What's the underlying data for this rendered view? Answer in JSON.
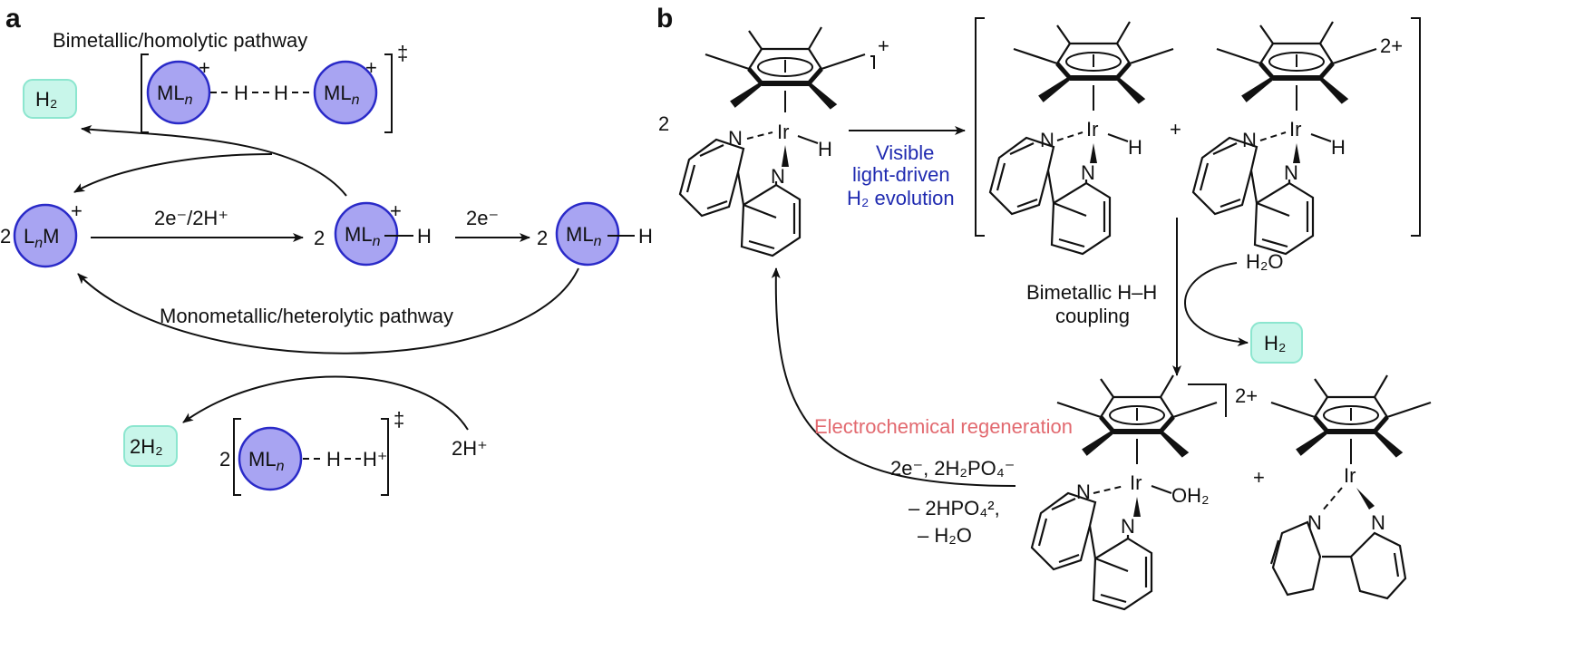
{
  "panel_a": {
    "panel_label": "a",
    "bimetallic_label": "Bimetallic/homolytic pathway",
    "monometallic_label": "Monometallic/heterolytic pathway",
    "h2_product": "H₂",
    "two_h2_product": "2H₂",
    "step1_reagents": "2e⁻/2H⁺",
    "step2_reagents": "2e⁻",
    "proton_source": "2H⁺",
    "ts_symbol": "‡",
    "coefficient": "2",
    "plus": "+",
    "h_atom": "H",
    "h_plus": "H⁺",
    "complex_ml": "ML",
    "complex_lm": "L",
    "subscript_n": "n",
    "metal_m": "M"
  },
  "panel_b": {
    "panel_label": "b",
    "coefficient": "2",
    "charge_plus": "+",
    "charge_2plus": "2+",
    "plus": "+",
    "visible_light": [
      "Visible",
      "light-driven",
      "H₂ evolution"
    ],
    "bimetallic_coupling": [
      "Bimetallic H–H",
      "coupling"
    ],
    "water_in": "H₂O",
    "h2_product": "H₂",
    "electrochem_label": "Electrochemical regeneration",
    "electrochem_reagents": [
      "2e⁻, 2H₂PO₄⁻",
      "– 2HPO₄²,",
      "– H₂O"
    ],
    "metal": "Ir",
    "nitrogen": "N",
    "hydride": "H",
    "aqua": "OH₂"
  },
  "colors": {
    "metal_sphere_fill": "#a8a4f2",
    "metal_sphere_stroke": "#2a2ac8",
    "product_box_fill": "#c8f6ea",
    "product_box_stroke": "#8ce6cf",
    "blue_text": "#1f2ab0",
    "red_text": "#e26a70"
  }
}
